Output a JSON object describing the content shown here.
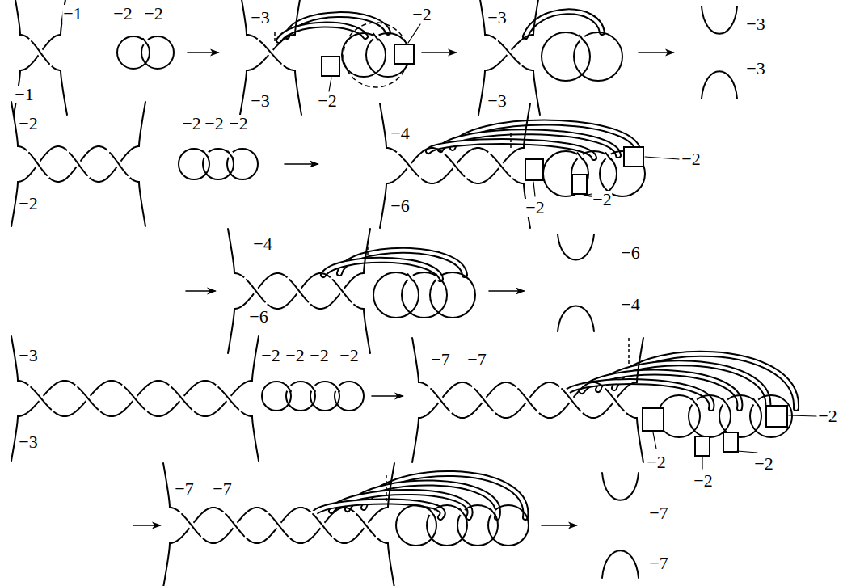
{
  "diagram": {
    "labels": [
      "−1",
      "−2",
      "−2",
      "−1",
      "−3",
      "−2",
      "−3",
      "−2",
      "−3",
      "−3",
      "−3",
      "−3",
      "−2",
      "−2",
      "−2",
      "−2",
      "−2",
      "−4",
      "−2",
      "−6",
      "−2",
      "−2",
      "−4",
      "−6",
      "−6",
      "−4",
      "−3",
      "−2",
      "−2",
      "−2",
      "−2",
      "−3",
      "−7",
      "−7",
      "−2",
      "−2",
      "−2",
      "−2",
      "−7",
      "−7",
      "−7",
      "−7"
    ]
  }
}
